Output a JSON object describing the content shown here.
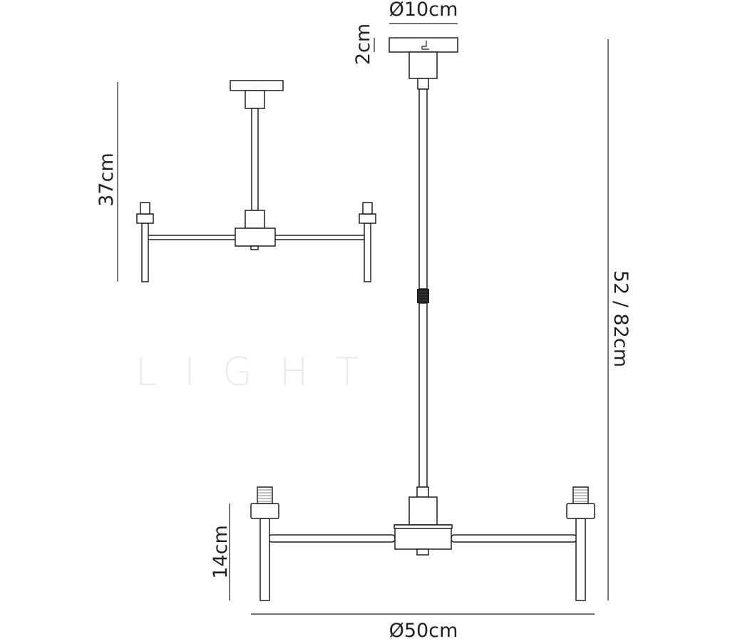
{
  "watermark": "LIGHT",
  "dimensions": {
    "canopy_diameter": "Ø10cm",
    "canopy_height": "2cm",
    "min_height": "37cm",
    "drop_height": "52 / 82cm",
    "shade_height": "14cm",
    "overall_diameter": "Ø50cm"
  },
  "colors": {
    "line": "#231f20",
    "watermark": "#ececec"
  }
}
